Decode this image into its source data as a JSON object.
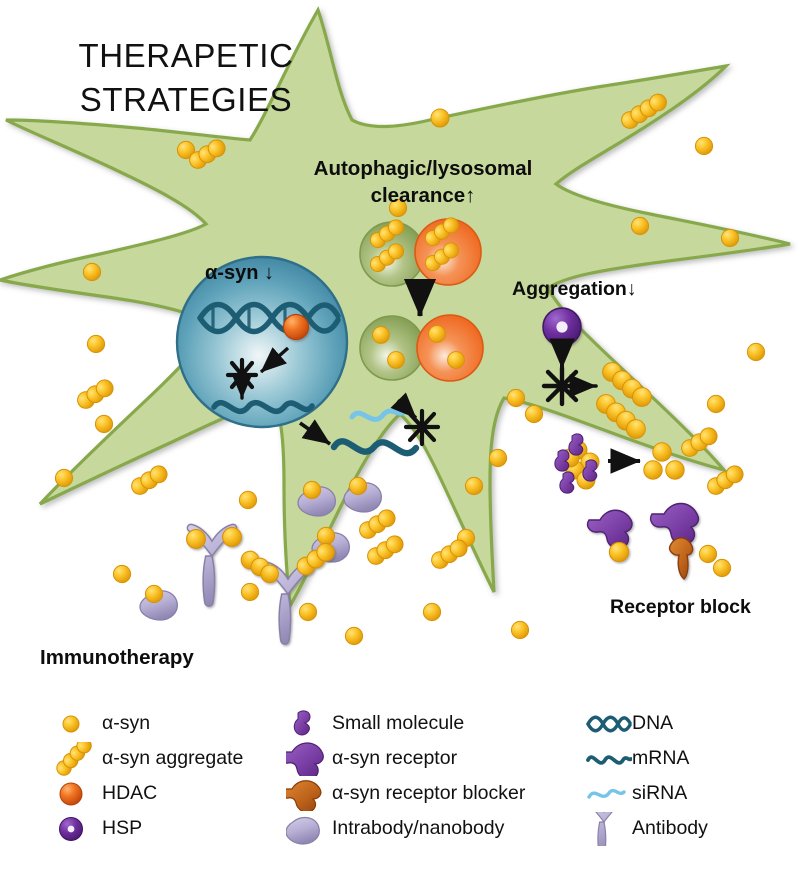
{
  "title": {
    "line1": "THERAPETIC",
    "line2": "STRATEGIES"
  },
  "labels": {
    "autophagy_line1": "Autophagic/lysosomal",
    "autophagy_line2": "clearance",
    "autophagy_arrow": "↑",
    "asyn": "α-syn",
    "asyn_arrow": "↓",
    "aggregation": "Aggregation",
    "aggregation_arrow": "↓",
    "receptor_block": "Receptor block",
    "immunotherapy": "Immunotherapy"
  },
  "legend": {
    "columns": [
      {
        "items": [
          {
            "icon": "asyn-monomer-icon",
            "label": "α-syn"
          },
          {
            "icon": "asyn-aggregate-icon",
            "label": "α-syn aggregate"
          },
          {
            "icon": "hdac-icon",
            "label": "HDAC"
          },
          {
            "icon": "hsp-icon",
            "label": "HSP"
          }
        ]
      },
      {
        "items": [
          {
            "icon": "small-molecule-icon",
            "label": "Small molecule"
          },
          {
            "icon": "asyn-receptor-icon",
            "label": "α-syn receptor"
          },
          {
            "icon": "asyn-receptor-blocker-icon",
            "label": "α-syn receptor blocker"
          },
          {
            "icon": "intrabody-nanobody-icon",
            "label": "Intrabody/nanobody"
          }
        ]
      },
      {
        "items": [
          {
            "icon": "dna-icon",
            "label": "DNA"
          },
          {
            "icon": "mrna-icon",
            "label": "mRNA"
          },
          {
            "icon": "sirna-icon",
            "label": "siRNA"
          },
          {
            "icon": "antibody-icon",
            "label": "Antibody"
          }
        ]
      }
    ]
  },
  "colors": {
    "cell_fill": "#c6d89c",
    "cell_stroke": "#87a84b",
    "nucleus_outer": "#4b93ad",
    "nucleus_inner": "#eaf3f4",
    "asyn_yellow": "#fcc42b",
    "asyn_yellow_dark": "#e8a00d",
    "hdac_orange": "#ef6c1f",
    "hsp_purple": "#6f2f9f",
    "small_molecule_purple": "#6d3094",
    "receptor_purple": "#7b3fa6",
    "blocker_orange": "#b5591a",
    "antibody_lilac": "#b7aed4",
    "dna_teal": "#1d5d73",
    "mrna_teal": "#1d5d73",
    "sirna_blue": "#76c4e8",
    "lysosome_orange": "#f0712a",
    "autophagosome_green": "#8fa860",
    "background": "#ffffff",
    "text": "#111111"
  }
}
